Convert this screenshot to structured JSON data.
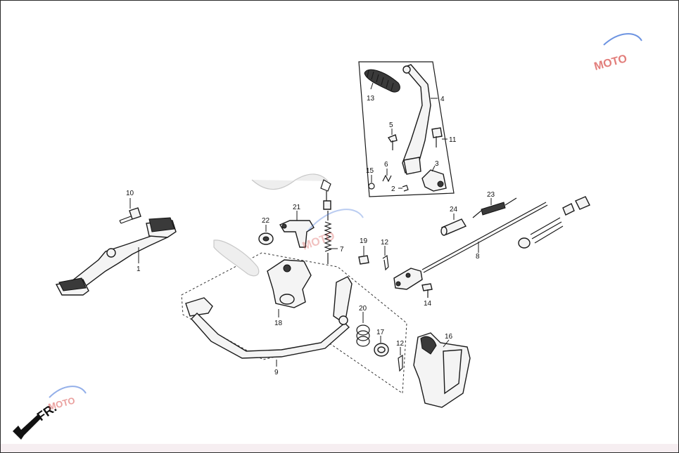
{
  "diagram": {
    "labels": [
      "1",
      "2",
      "3",
      "4",
      "5",
      "6",
      "7",
      "8",
      "9",
      "10",
      "11",
      "12",
      "12",
      "13",
      "14",
      "15",
      "16",
      "17",
      "18",
      "19",
      "20",
      "21",
      "22",
      "23",
      "24"
    ],
    "direction_label": "FR.",
    "watermark_text": "MOTO"
  },
  "colors": {
    "line": "#1a1a1a",
    "part_fill": "#f4f4f4",
    "watermark_red": "#d9534f",
    "watermark_blue": "#3b6fd8"
  }
}
